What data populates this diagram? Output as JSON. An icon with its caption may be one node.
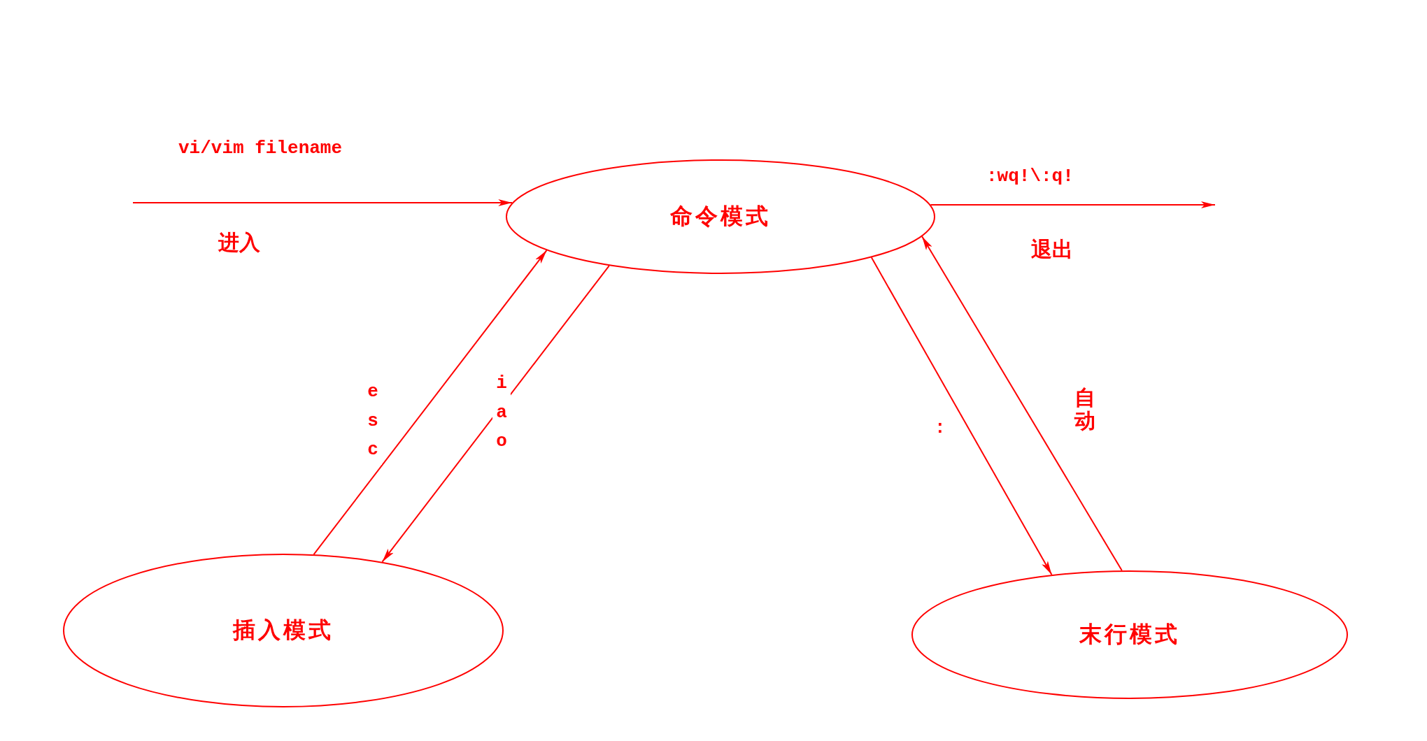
{
  "diagram": {
    "nodes": [
      {
        "text": [
          "命令模式"
        ]
      },
      {
        "text": [
          "插入模式"
        ]
      },
      {
        "text": [
          "末行模式"
        ]
      }
    ],
    "edges": [
      {
        "from": null,
        "to": 0,
        "arrow": "to",
        "label": "vi/vim filename"
      },
      {
        "from": 0,
        "to": null,
        "arrow": "to",
        "label": ":wq!\\:q!"
      },
      {
        "from": 1,
        "to": 0,
        "arrow": "to",
        "label": "esc"
      },
      {
        "from": 0,
        "to": 1,
        "arrow": "to",
        "label": "iao"
      },
      {
        "from": 0,
        "to": 2,
        "arrow": "to",
        "label": ":"
      },
      {
        "from": 2,
        "to": 0,
        "arrow": "to",
        "label": "自动"
      }
    ],
    "labels": [
      "进入",
      "退出"
    ]
  }
}
